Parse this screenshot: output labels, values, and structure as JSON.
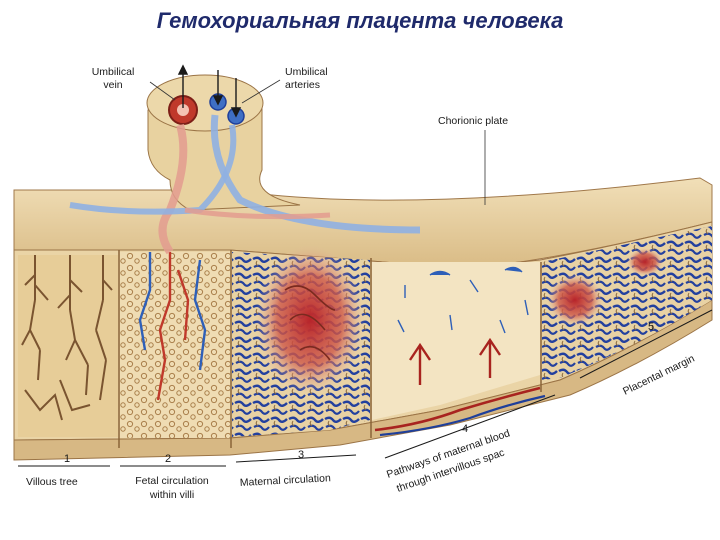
{
  "title": "Гемохориальная плацента человека",
  "labels": {
    "umbilical_vein_line1": "Umbilical",
    "umbilical_vein_line2": "vein",
    "umbilical_arteries_line1": "Umbilical",
    "umbilical_arteries_line2": "arteries",
    "chorionic_plate": "Chorionic plate",
    "placental_margin": "Placental margin"
  },
  "sections": [
    {
      "number": "1",
      "caption_line1": "Villous tree",
      "caption_line2": ""
    },
    {
      "number": "2",
      "caption_line1": "Fetal circulation",
      "caption_line2": "within villi"
    },
    {
      "number": "3",
      "caption_line1": "Maternal circulation",
      "caption_line2": ""
    },
    {
      "number": "4",
      "caption_line1": "Pathways of maternal blood",
      "caption_line2": "through intervillous spac"
    },
    {
      "number": "5",
      "caption_line1": "",
      "caption_line2": ""
    }
  ],
  "colors": {
    "title": "#1f2a6b",
    "tissue": "#e9d4a6",
    "tissue_dark": "#c9a26a",
    "vein_blue": "#3f6fc4",
    "artery_red": "#c0392b",
    "maternal_blue": "#1f3f9a",
    "blood_red": "#a8231f",
    "background": "#ffffff"
  }
}
